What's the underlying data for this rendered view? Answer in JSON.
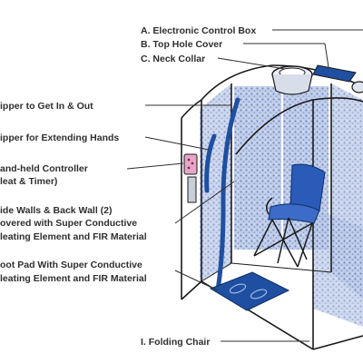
{
  "labels": {
    "a": "A. Electronic Control Box",
    "b": "B. Top Hole Cover",
    "c": "C. Neck Collar",
    "d": "ipper to Get In & Out",
    "e": "ipper for Extending Hands",
    "f_line1": "and-held Controller",
    "f_line2": "leat & Timer)",
    "g_line1": "ide Walls & Back Wall (2)",
    "g_line2": "overed with Super Conductive",
    "g_line3": "leating Element and FIR Material",
    "h_line1": "oot Pad With Super Conductive",
    "h_line2": "leating Element and FIR Material",
    "i": "I. Folding Chair"
  },
  "colors": {
    "panel_blue": "#8fa6d6",
    "zipper_blue": "#1f4fa0",
    "chair_blue": "#2a5bb8",
    "controller_pink": "#e7a7c6",
    "leader_line": "#2f2f2f"
  }
}
